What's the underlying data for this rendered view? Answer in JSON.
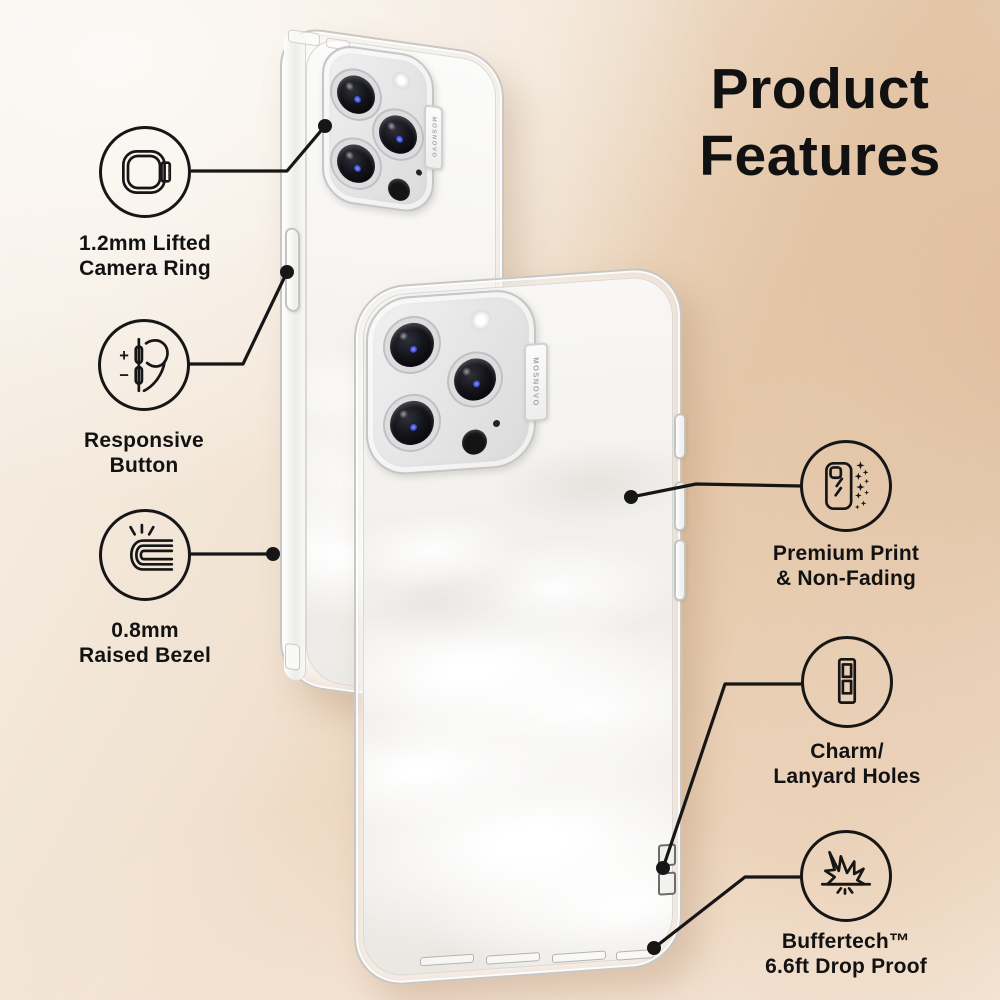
{
  "title": {
    "line1": "Product",
    "line2": "Features"
  },
  "brand": "MOSNOVO",
  "icons": {
    "plus": "+",
    "minus": "−"
  },
  "features": [
    {
      "name": "lifted-camera-ring",
      "line1": "1.2mm Lifted",
      "line2": "Camera Ring"
    },
    {
      "name": "responsive-button",
      "line1": "Responsive",
      "line2": "Button"
    },
    {
      "name": "raised-bezel",
      "line1": "0.8mm",
      "line2": "Raised Bezel"
    },
    {
      "name": "premium-print",
      "line1": "Premium Print",
      "line2": "& Non-Fading"
    },
    {
      "name": "lanyard-holes",
      "line1": "Charm/",
      "line2": "Lanyard Holes"
    },
    {
      "name": "drop-proof",
      "line1": "Buffertech™",
      "line2": "6.6ft Drop Proof"
    }
  ],
  "colors": {
    "text": "#121212",
    "line": "#161616",
    "background_tan": "#e9ceb1",
    "background_cream": "#f7f1e9"
  }
}
